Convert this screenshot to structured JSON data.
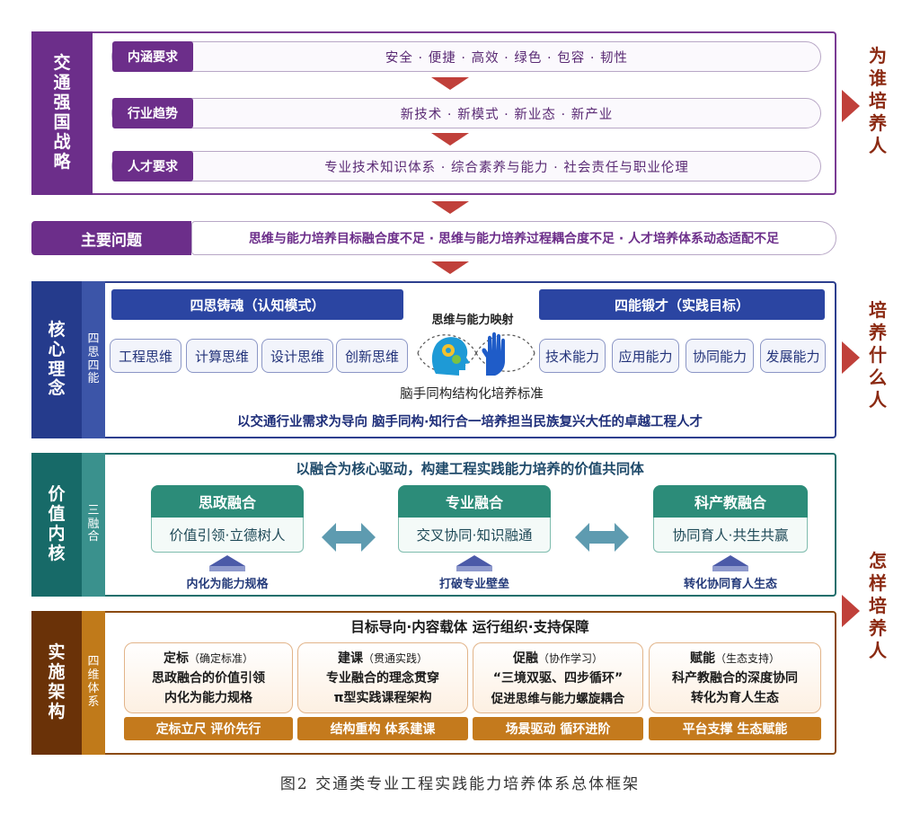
{
  "strategy": {
    "side_label": "交通强国战略",
    "rows": [
      {
        "tag": "内涵要求",
        "text": "安全 · 便捷 · 高效 · 绿色 · 包容 · 韧性"
      },
      {
        "tag": "行业趋势",
        "text": "新技术 · 新模式 · 新业态 · 新产业"
      },
      {
        "tag": "人才要求",
        "text": "专业技术知识体系 · 综合素养与能力 · 社会责任与职业伦理"
      }
    ]
  },
  "main_problem": {
    "tag": "主要问题",
    "text": "思维与能力培养目标融合度不足 · 思维与能力培养过程耦合度不足 · 人才培养体系动态适配不足"
  },
  "core": {
    "side_label": "核心理念",
    "sub_label": "四思四能",
    "left_title": "四思铸魂（认知模式）",
    "right_title": "四能锻才（实践目标）",
    "thinkings": [
      "工程思维",
      "计算思维",
      "设计思维",
      "创新思维"
    ],
    "abilities": [
      "技术能力",
      "应用能力",
      "协同能力",
      "发展能力"
    ],
    "mapping_label": "思维与能力映射",
    "standard_label": "脑手同构结构化培养标准",
    "bottom_text": "以交通行业需求为导向 脑手同构·知行合一培养担当民族复兴大任的卓越工程人才"
  },
  "value": {
    "side_label": "价值内核",
    "sub_label": "三融合",
    "title": "以融合为核心驱动，构建工程实践能力培养的价值共同体",
    "items": [
      {
        "head": "思政融合",
        "body": "价值引领·立德树人",
        "note": "内化为能力规格"
      },
      {
        "head": "专业融合",
        "body": "交叉协同·知识融通",
        "note": "打破专业壁垒"
      },
      {
        "head": "科产教融合",
        "body": "协同育人·共生共赢",
        "note": "转化协同育人生态"
      }
    ]
  },
  "impl": {
    "side_label": "实施架构",
    "sub_label": "四维体系",
    "title": "目标导向·内容载体 运行组织·支持保障",
    "cards": [
      {
        "name": "定标",
        "hint": "（确定标准）",
        "line1": "思政融合的价值引领",
        "line2": "内化为能力规格",
        "bar": "定标立尺 评价先行"
      },
      {
        "name": "建课",
        "hint": "（贯通实践）",
        "line1": "专业融合的理念贯穿",
        "line2": "π型实践课程架构",
        "bar": "结构重构 体系建课"
      },
      {
        "name": "促融",
        "hint": "（协作学习）",
        "line1": "“三境双驱、四步循环”",
        "line2": "促进思维与能力螺旋耦合",
        "bar": "场景驱动 循环进阶"
      },
      {
        "name": "赋能",
        "hint": "（生态支持）",
        "line1": "科产教融合的深度协同",
        "line2": "转化为育人生态",
        "bar": "平台支撑 生态赋能"
      }
    ]
  },
  "side_questions": [
    "为谁培养人",
    "培养什么人",
    "怎样培养人"
  ],
  "caption": "图2 交通类专业工程实践能力培养体系总体框架"
}
